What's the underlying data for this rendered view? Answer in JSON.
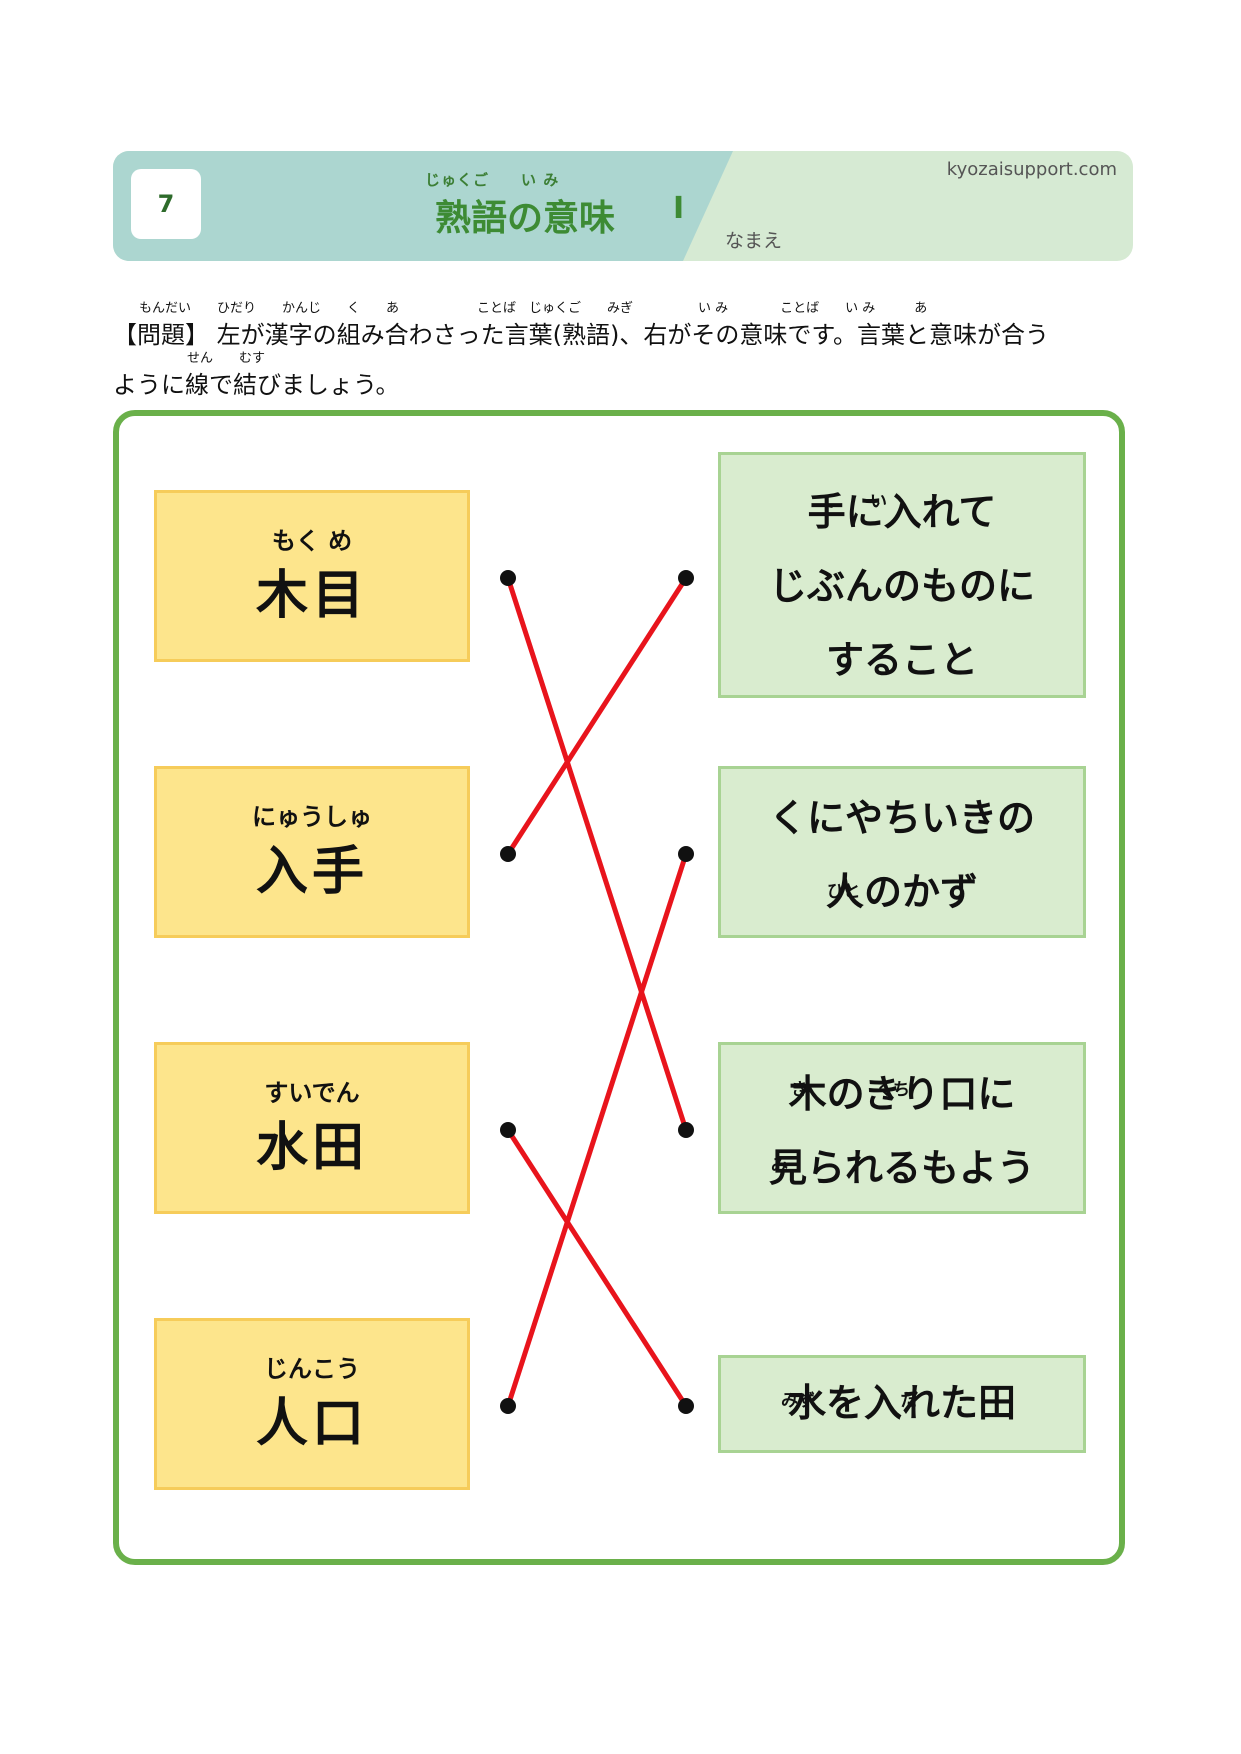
{
  "header": {
    "number": "7",
    "title_ruby": "じゅくご　　い み",
    "title": "熟語の意味",
    "title_roman": "Ⅰ",
    "site": "kyozaisupport.com",
    "name_label": "なまえ"
  },
  "question": {
    "ruby_line": "もんだい　　ひだり　　かんじ　　く　　あ　　　　　　ことば　じゅくご　　みぎ　　　　　い み　　　　ことば　　い み　　　あ",
    "line1": "【問題】 左が漢字の組み合わさった言葉(熟語)、右がその意味です。言葉と意味が合う",
    "ruby_line2": "せん　　むす",
    "line2": "ように線で結びましょう。"
  },
  "left_words": [
    {
      "ruby": "もく め",
      "word": "木目"
    },
    {
      "ruby": "にゅうしゅ",
      "word": "入手"
    },
    {
      "ruby": "すいでん",
      "word": "水田"
    },
    {
      "ruby": "じんこう",
      "word": "人口"
    }
  ],
  "right_meanings": [
    {
      "ruby": "て　　い",
      "lines": [
        "手に入れて",
        "じぶんのものに",
        "すること"
      ]
    },
    {
      "ruby": "ひと",
      "lines": [
        "くにやちいきの",
        "人のかず"
      ]
    },
    {
      "ruby": "き　　　　くち",
      "ruby2": "み",
      "lines": [
        "木のきり口に",
        "見られるもよう"
      ]
    },
    {
      "ruby": "みず　　　　　た",
      "lines": [
        "水を入れた田"
      ]
    }
  ],
  "answer_lines": {
    "color": "#e8141c",
    "pairs": [
      [
        0,
        2
      ],
      [
        1,
        0
      ],
      [
        2,
        3
      ],
      [
        3,
        1
      ]
    ]
  }
}
